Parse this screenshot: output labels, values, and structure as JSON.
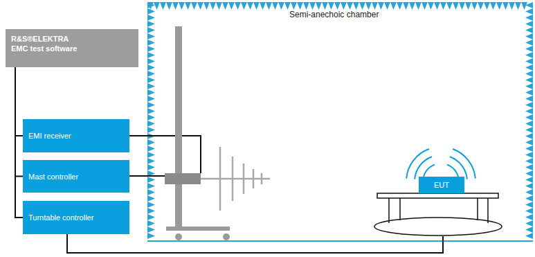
{
  "diagram": {
    "nodes": [
      {
        "text": [
          "R&S®ELEKTRA EMC test software"
        ]
      },
      {
        "text": [
          "EMI receiver"
        ]
      },
      {
        "text": [
          "Mast controller"
        ]
      },
      {
        "text": [
          "Turntable controller"
        ]
      },
      {
        "text": [
          "Semi-anechoic chamber"
        ]
      },
      {
        "text": [
          "EUT"
        ],
        "in": 4
      }
    ],
    "edges": [
      {
        "from": 0,
        "to": 1,
        "arrow": "none"
      },
      {
        "from": 0,
        "to": 2,
        "arrow": "none"
      },
      {
        "from": 0,
        "to": 3,
        "arrow": "none"
      }
    ]
  }
}
